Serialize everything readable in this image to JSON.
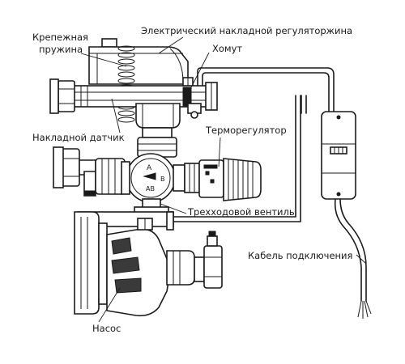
{
  "labels": {
    "fixing_spring": [
      "Крепежная",
      "пружина"
    ],
    "electric_controller": "Электрический накладной регуляторжина",
    "clamp": "Хомут",
    "surface_sensor": "Накладной датчик",
    "thermostat": "Терморегулятор",
    "three_way_valve": "Трехходовой вентиль",
    "connection_cable": "Кабель подключения",
    "pump": "Насос"
  },
  "valve_marks": {
    "port_top": "A",
    "port_bottom": "AB",
    "port_side": "B"
  }
}
